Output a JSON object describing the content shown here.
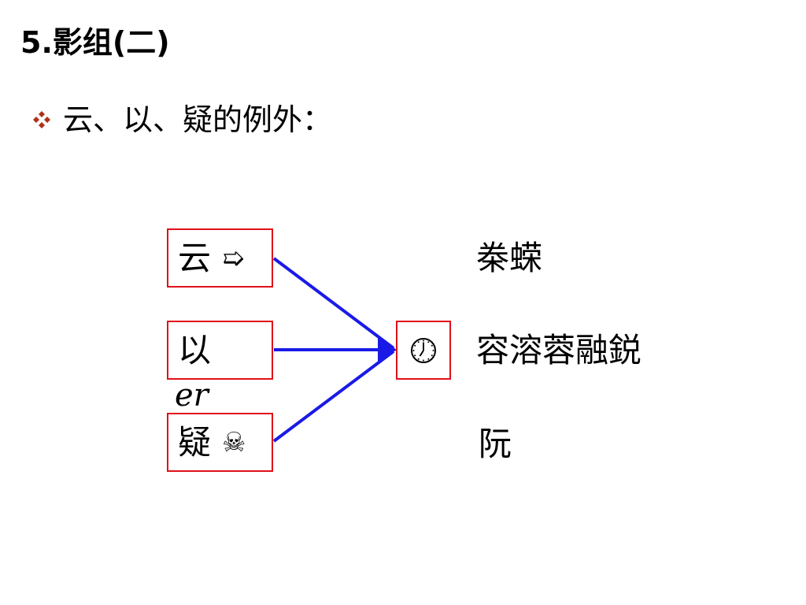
{
  "title": {
    "number": "5.",
    "text": "影组(二)"
  },
  "bullet": {
    "icon": "diamond-bullet-icon",
    "text": "云、以、疑的例外："
  },
  "diagram": {
    "sources": [
      {
        "char": "云",
        "symbol": "➯",
        "symbol_icon": "arrow-symbol-icon"
      },
      {
        "char": "以",
        "symbol": "",
        "symbol_icon": ""
      },
      {
        "char": "疑",
        "symbol": "☠",
        "symbol_icon": "skull-crossbones-icon"
      }
    ],
    "overflow_symbol": "er",
    "target": {
      "symbol": "🕖",
      "symbol_icon": "clock-icon"
    },
    "results": [
      "桊蝾",
      "容溶蓉融鋭",
      "阮"
    ],
    "colors": {
      "box_border": "#e0101a",
      "arrow": "#1a1ae6",
      "bullet": "#b03018"
    }
  }
}
